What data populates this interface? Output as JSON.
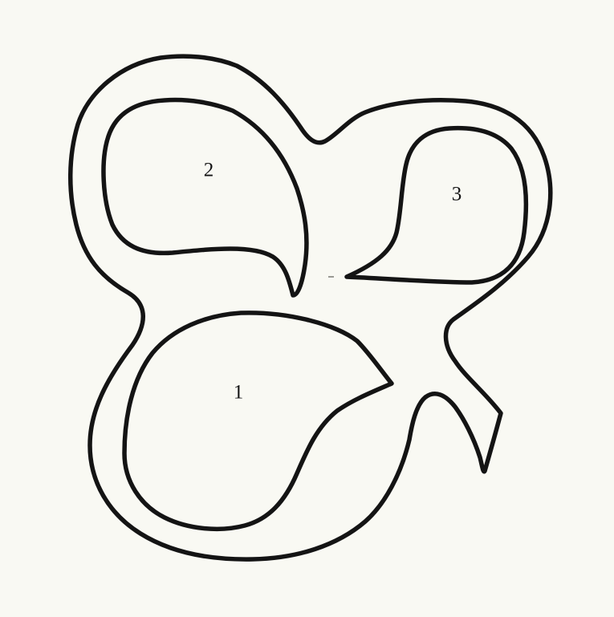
{
  "diagram": {
    "background_color": "#f9f9f3",
    "stroke_color": "#141414",
    "regions": [
      {
        "label": "1"
      },
      {
        "label": "2"
      },
      {
        "label": "3"
      }
    ]
  }
}
